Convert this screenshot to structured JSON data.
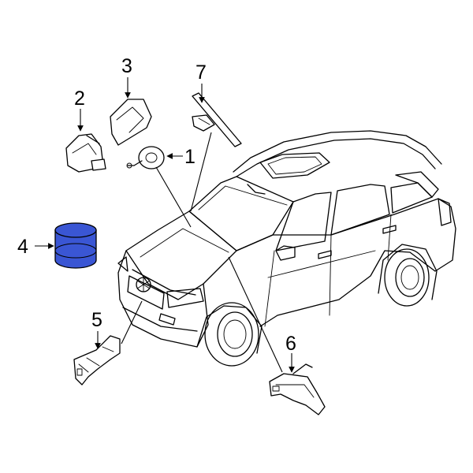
{
  "highlight_color": "#3a56d4",
  "callouts": [
    {
      "number": "1"
    },
    {
      "number": "2"
    },
    {
      "number": "3"
    },
    {
      "number": "4"
    },
    {
      "number": "5"
    },
    {
      "number": "6"
    },
    {
      "number": "7"
    }
  ]
}
